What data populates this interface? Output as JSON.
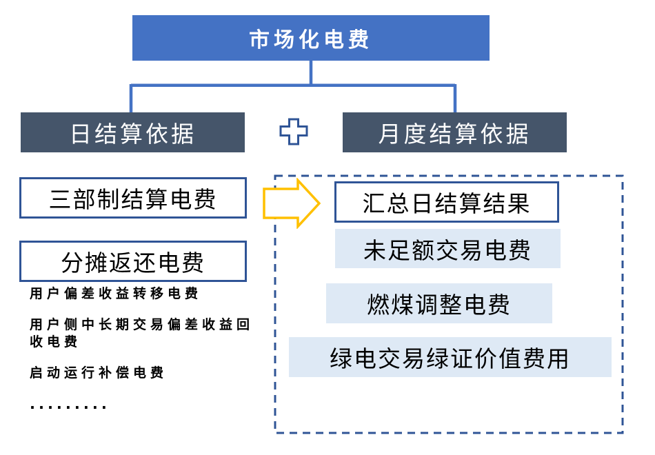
{
  "colors": {
    "root_fill": "#4472C4",
    "branch_fill": "#45556A",
    "connector": "#4472C4",
    "navy_border": "#2F5496",
    "light_blue_fill": "#DEE9F5",
    "arrow_gold": "#FFC000",
    "text_white": "#FFFFFF",
    "text_black": "#000000"
  },
  "diagram": {
    "root_label": "市场化电费",
    "daily_branch_label": "日结算依据",
    "monthly_branch_label": "月度结算依据",
    "plus_icon": "plus",
    "arrow_icon": "right-arrow",
    "daily_boxes": [
      {
        "label": "三部制结算电费"
      },
      {
        "label": "分摊返还电费"
      }
    ],
    "daily_list": [
      {
        "label": "用户偏差收益转移电费"
      },
      {
        "label": "用户侧中长期交易偏差收益回收电费"
      },
      {
        "label": "启动运行补偿电费"
      },
      {
        "label": "........."
      }
    ],
    "monthly_panel": {
      "summary_label": "汇总日结算结果",
      "items": [
        {
          "label": "未足额交易电费"
        },
        {
          "label": "燃煤调整电费"
        },
        {
          "label": "绿电交易绿证价值费用"
        }
      ]
    }
  }
}
